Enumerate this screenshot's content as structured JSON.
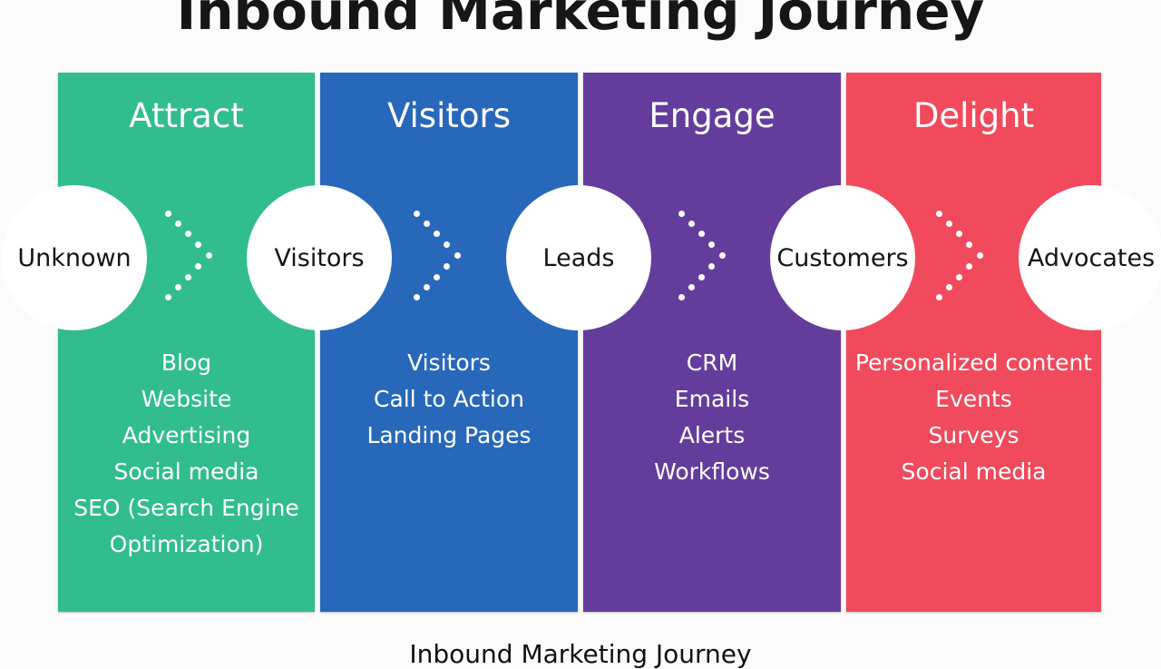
{
  "title": "Inbound Marketing Journey",
  "caption": "Inbound Marketing Journey",
  "colors": {
    "attract": "#31bd8e",
    "visitors": "#2868bb",
    "engage": "#643d9c",
    "delight": "#f04a5c"
  },
  "stages": [
    {
      "title": "Attract",
      "items": [
        "Blog",
        "Website",
        "Advertising",
        "Social media",
        "SEO (Search Engine",
        "Optimization)"
      ]
    },
    {
      "title": "Visitors",
      "items": [
        "Visitors",
        "Call to Action",
        "Landing Pages"
      ]
    },
    {
      "title": "Engage",
      "items": [
        "CRM",
        "Emails",
        "Alerts",
        "Workflows"
      ]
    },
    {
      "title": "Delight",
      "items": [
        "Personalized content",
        "Events",
        "Surveys",
        "Social media"
      ]
    }
  ],
  "nodes": [
    "Unknown",
    "Visitors",
    "Leads",
    "Customers",
    "Advocates"
  ]
}
